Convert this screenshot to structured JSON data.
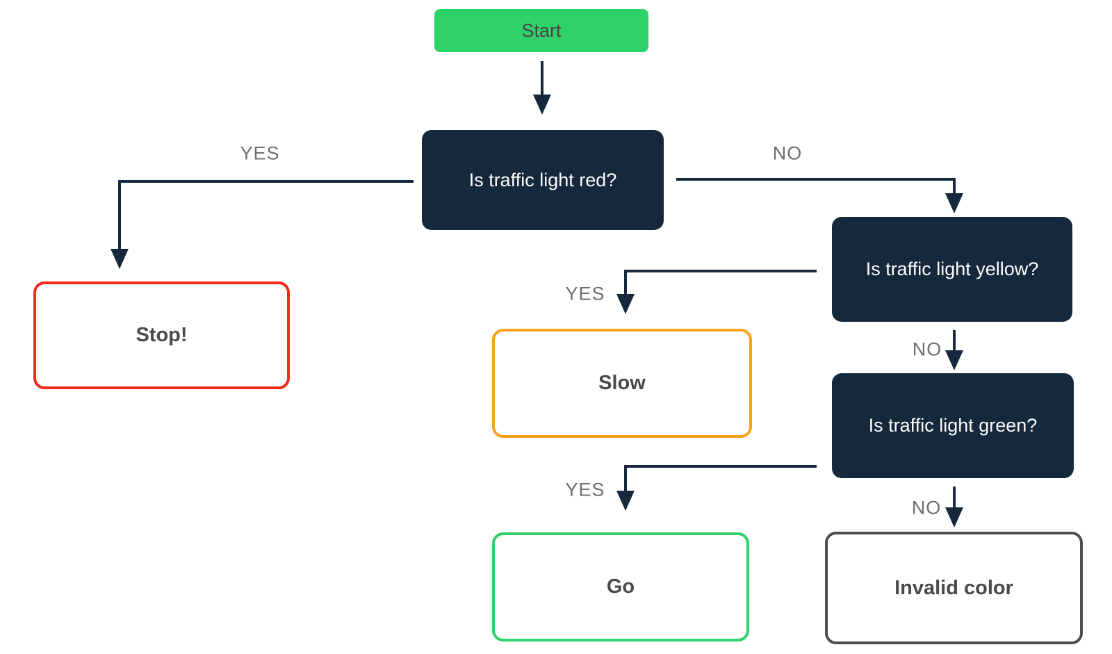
{
  "diagram": {
    "type": "flowchart",
    "nodes": {
      "start": {
        "label": "Start",
        "kind": "start",
        "fill": "#2fd268"
      },
      "q_red": {
        "label": "Is traffic light red?",
        "kind": "decision",
        "fill": "#16293c"
      },
      "q_yellow": {
        "label": "Is traffic light yellow?",
        "kind": "decision",
        "fill": "#16293c"
      },
      "q_green": {
        "label": "Is traffic light green?",
        "kind": "decision",
        "fill": "#16293c"
      },
      "stop": {
        "label": "Stop!",
        "kind": "outcome",
        "border_color": "#f72a17"
      },
      "slow": {
        "label": "Slow",
        "kind": "outcome",
        "border_color": "#f9a11b"
      },
      "go": {
        "label": "Go",
        "kind": "outcome",
        "border_color": "#2fd268"
      },
      "invalid": {
        "label": "Invalid color",
        "kind": "outcome",
        "border_color": "#4d4d4d"
      }
    },
    "edges": {
      "start_to_red": {
        "label": "",
        "from": "start",
        "to": "q_red"
      },
      "red_yes": {
        "label": "YES",
        "from": "q_red",
        "to": "stop"
      },
      "red_no": {
        "label": "NO",
        "from": "q_red",
        "to": "q_yellow"
      },
      "yellow_yes": {
        "label": "YES",
        "from": "q_yellow",
        "to": "slow"
      },
      "yellow_no": {
        "label": "NO",
        "from": "q_yellow",
        "to": "q_green"
      },
      "green_yes": {
        "label": "YES",
        "from": "q_green",
        "to": "go"
      },
      "green_no": {
        "label": "NO",
        "from": "q_green",
        "to": "invalid"
      }
    },
    "colors": {
      "connector": "#16293c",
      "edge_label_text": "#6e6e6e",
      "decision_text": "#fbfbfb",
      "outcome_text": "#4a4a4a",
      "start_text": "#474747",
      "background": "#ffffff"
    }
  }
}
